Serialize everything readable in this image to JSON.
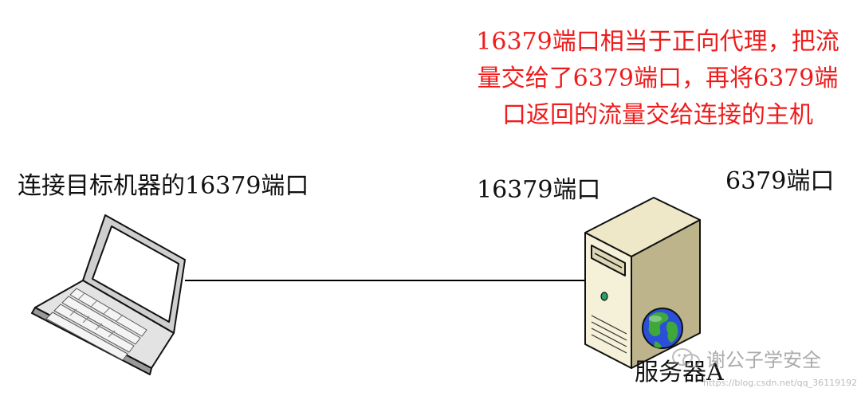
{
  "note_lines": [
    "16379端口相当于正向代理，把流",
    "量交给了6379端口，再将6379端",
    "口返回的流量交给连接的主机"
  ],
  "client_label": "连接目标机器的16379端口",
  "port_16379_label": "16379端口",
  "port_6379_label": "6379端口",
  "server_label": "服务器A",
  "watermark_account": "谢公子学安全",
  "watermark_url": "https://blog.csdn.net/qq_36119192",
  "colors": {
    "note": "#ee1c1c",
    "line": "#000000",
    "globe_land": "#3fa83a",
    "globe_sea": "#2b4fd8"
  },
  "icons": [
    "laptop-icon",
    "server-icon",
    "globe-icon",
    "wechat-icon"
  ]
}
